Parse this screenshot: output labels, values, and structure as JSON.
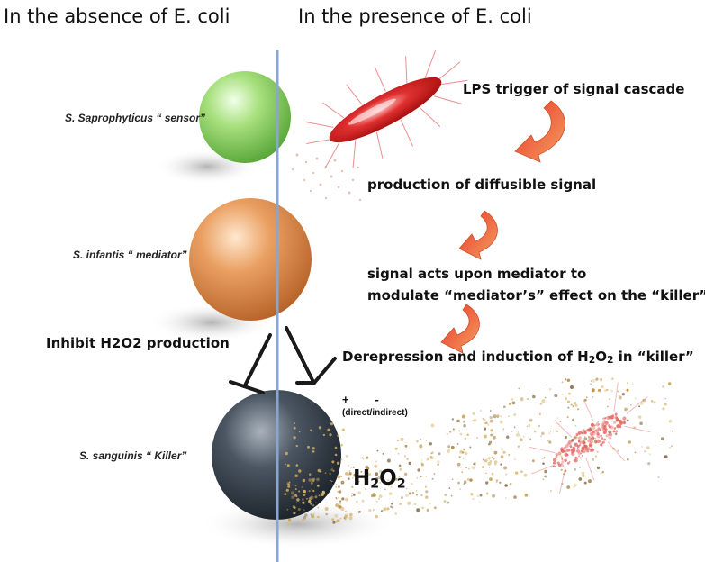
{
  "headers": {
    "left": "In the absence of E. coli",
    "right": "In the presence of E. coli"
  },
  "cells": {
    "sensor_label": "S. Saprophyticus “ sensor”",
    "mediator_label": "S. infantis “ mediator”",
    "killer_label": "S. sanguinis “ Killer”"
  },
  "steps": {
    "step1": "LPS trigger of signal cascade",
    "step2": "production of diffusible signal",
    "step3_line1": "signal acts upon mediator to",
    "step3_line2": "modulate “mediator’s” effect on the “killer”",
    "step4_pre": "Derepression and induction of H",
    "step4_sub1": "2",
    "step4_mid": "O",
    "step4_sub2": "2",
    "step4_post": " in “killer”"
  },
  "inhibit_label": "Inhibit H2O2 production",
  "effect": {
    "signs": "+        -",
    "mode": "(direct/indirect)"
  },
  "product": {
    "h": "H",
    "sub1": "2",
    "o": "O",
    "sub2": "2"
  },
  "colors": {
    "sensor": "#8fd66a",
    "mediator": "#e0924a",
    "killer": "#3a4450",
    "divider": "#8aa6cf",
    "arrow": "#e0402a",
    "bacterium": "#d42020"
  }
}
